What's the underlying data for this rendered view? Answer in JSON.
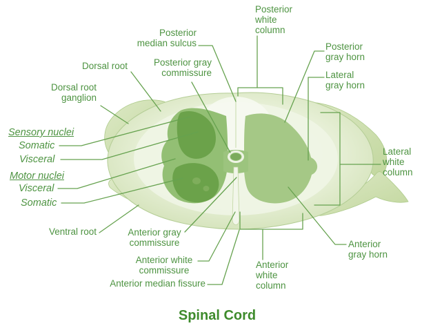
{
  "title": "Spinal Cord",
  "palette": {
    "label_text": "#4d9341",
    "leader_line": "#66a24f",
    "title_text": "#3e8b2c",
    "gray_matter_left": "#93bf74",
    "gray_matter_right": "#a5c886",
    "gray_commissure": "#9cc47e",
    "nuclei_dark": "#6ba24a",
    "white_matter": "#f0f5e6",
    "cord_edge": "#b4cd95",
    "ribbon_fill": "#cfe1b2"
  },
  "labels": {
    "posterior_white_column": "Posterior\nwhite\ncolumn",
    "posterior_median_sulcus": "Posterior\nmedian sulcus",
    "posterior_gray_commissure": "Posterior gray\ncommissure",
    "dorsal_root": "Dorsal root",
    "dorsal_root_ganglion": "Dorsal root\nganglion",
    "sensory_nuclei": "Sensory nuclei",
    "sensory_somatic": "Somatic",
    "sensory_visceral": "Visceral",
    "motor_nuclei": "Motor nuclei",
    "motor_visceral": "Visceral",
    "motor_somatic": "Somatic",
    "ventral_root": "Ventral root",
    "anterior_gray_commissure": "Anterior gray\ncommissure",
    "anterior_white_commissure": "Anterior white\ncommissure",
    "anterior_median_fissure": "Anterior median fissure",
    "posterior_gray_horn": "Posterior\ngray horn",
    "lateral_gray_horn": "Lateral\ngray horn",
    "lateral_white_column": "Lateral\nwhite\ncolumn",
    "anterior_gray_horn": "Anterior\ngray horn",
    "anterior_white_column": "Anterior\nwhite\ncolumn"
  }
}
